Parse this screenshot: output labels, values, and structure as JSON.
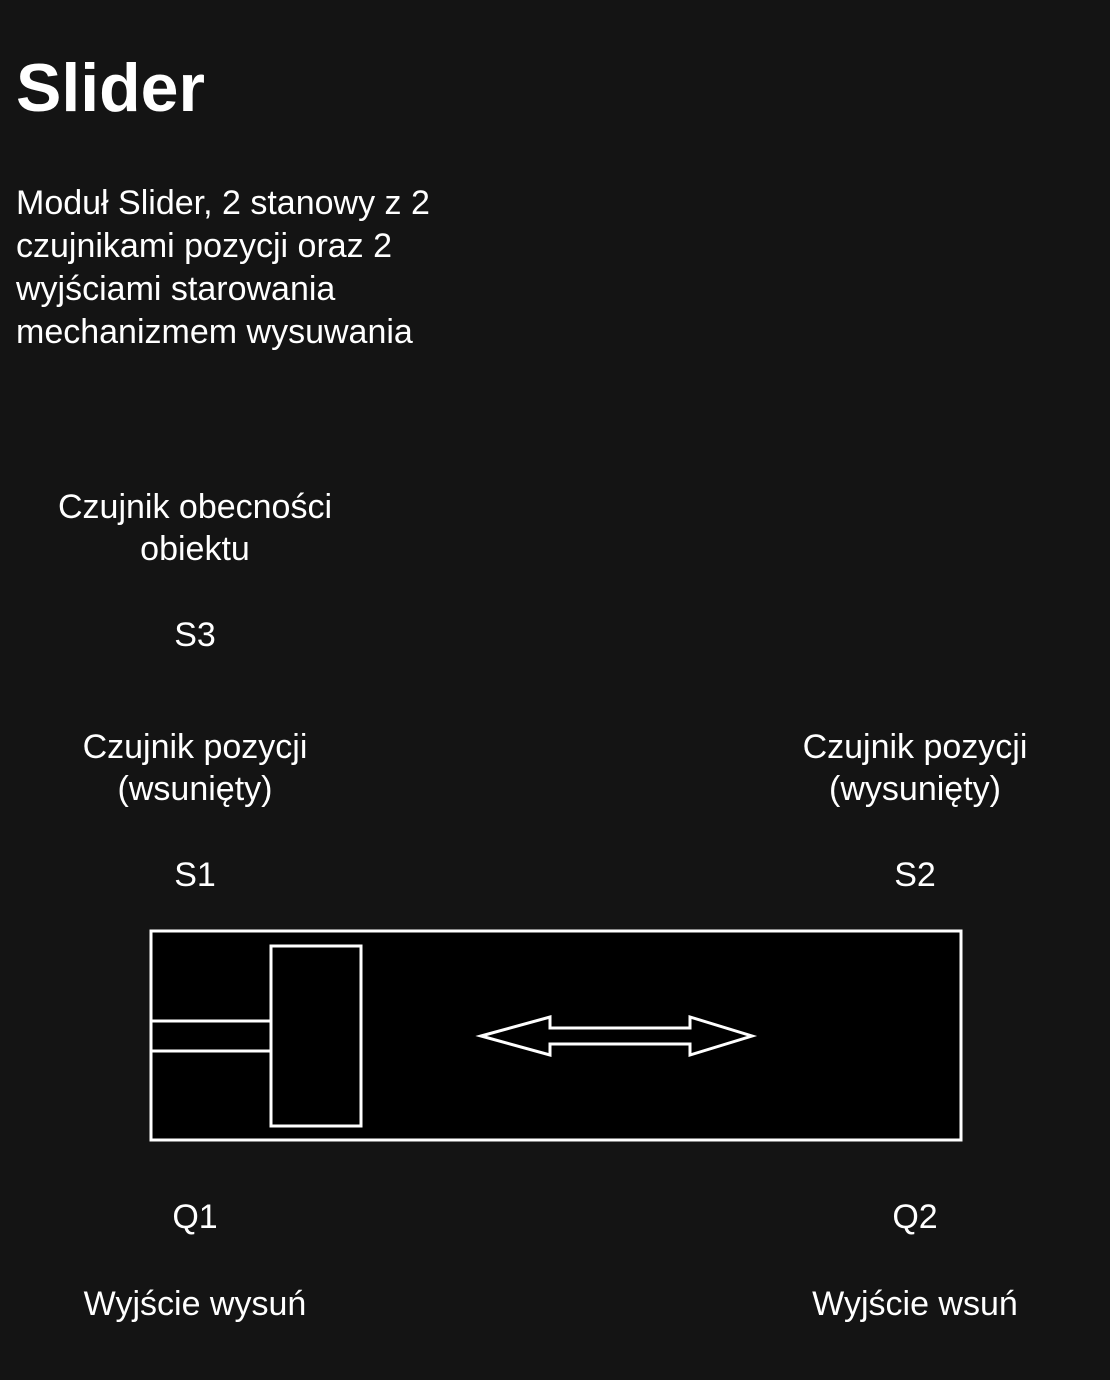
{
  "title": "Slider",
  "description": "Moduł Slider, 2 stanowy z 2 czujnikami pozycji oraz 2 wyjściami starowania mechanizmem wysuwania",
  "sensors": {
    "s3": {
      "label": "Czujnik obecności\nobiektu",
      "code": "S3"
    },
    "s1": {
      "label": "Czujnik pozycji\n(wsunięty)",
      "code": "S1"
    },
    "s2": {
      "label": "Czujnik pozycji\n(wysunięty)",
      "code": "S2"
    }
  },
  "outputs": {
    "q1": {
      "code": "Q1",
      "label": "Wyjście wysuń"
    },
    "q2": {
      "code": "Q2",
      "label": "Wyjście wsuń"
    }
  },
  "colors": {
    "background": "#141414",
    "diagram_fill": "#000000",
    "stroke": "#ffffff",
    "text": "#ffffff"
  }
}
